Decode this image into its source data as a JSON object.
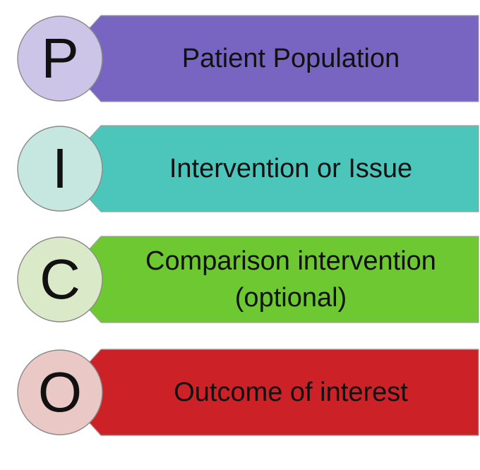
{
  "diagram": {
    "name": "PICO framework",
    "background": "#FFFFFF",
    "text_color": "#111111",
    "stroke": {
      "circle": "#8A8A8A",
      "banner": "#9E9E9E"
    },
    "rows": [
      {
        "letter": "P",
        "label": "Patient Population",
        "label2": "",
        "banner_color": "#7765C1",
        "circle_color": "#CDC5E8"
      },
      {
        "letter": "I",
        "label": "Intervention or Issue",
        "label2": "",
        "banner_color": "#4CC6BA",
        "circle_color": "#C6E6E0"
      },
      {
        "letter": "C",
        "label": "Comparison intervention",
        "label2": "(optional)",
        "banner_color": "#6EC832",
        "circle_color": "#DAEAC8"
      },
      {
        "letter": "O",
        "label": "Outcome of interest",
        "label2": "",
        "banner_color": "#CC2127",
        "circle_color": "#E9C8C5"
      }
    ]
  }
}
